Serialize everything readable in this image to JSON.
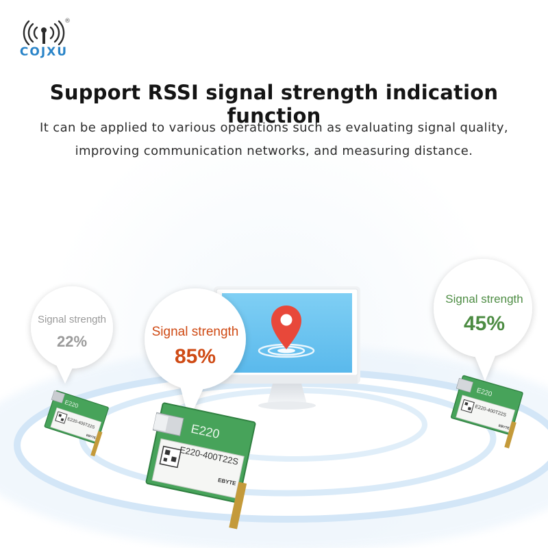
{
  "brand": {
    "name": "COJXU",
    "registered": "®"
  },
  "headline": "Support RSSI signal strength indication function",
  "description": {
    "line1": "It can be applied to various operations such as evaluating signal quality,",
    "line2": "improving communication networks, and measuring distance."
  },
  "bubbles": [
    {
      "label": "Signal strength",
      "value": "22%",
      "color": "#9a9a9a"
    },
    {
      "label": "Signal strength",
      "value": "85%",
      "color": "#cf4a14"
    },
    {
      "label": "Signal strength",
      "value": "45%",
      "color": "#4d8c43"
    }
  ],
  "modules": [
    {
      "series": "E220",
      "model": "E220-400T22S",
      "brand": "EBYTE"
    },
    {
      "series": "E220",
      "model": "E220-400T22S",
      "brand": "EBYTE"
    },
    {
      "series": "E220",
      "model": "E220-400T22S",
      "brand": "EBYTE"
    }
  ],
  "colors": {
    "brand_blue": "#2a84c8",
    "map_pin_red": "#e8483a",
    "monitor_screen": "#78c9f2",
    "pcb_green": "#3f9a52"
  }
}
